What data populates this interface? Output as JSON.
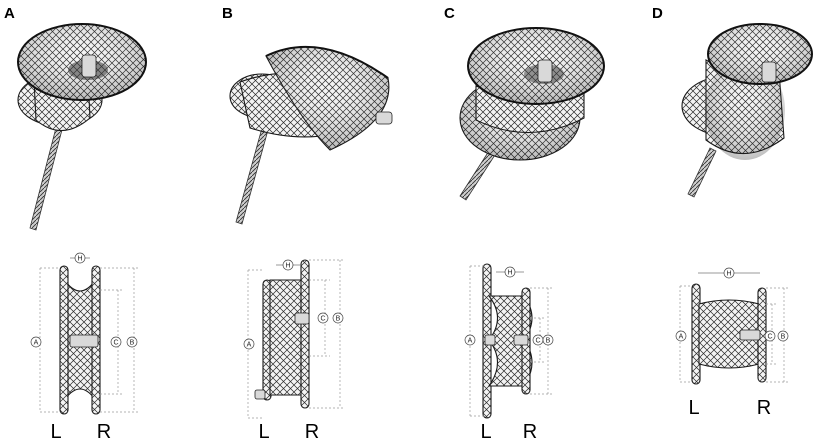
{
  "panels": [
    {
      "letter": "A",
      "side_left": "L",
      "side_right": "R",
      "dims": [
        "H",
        "A",
        "C",
        "B"
      ]
    },
    {
      "letter": "B",
      "side_left": "L",
      "side_right": "R",
      "dims": [
        "H",
        "A",
        "C",
        "B"
      ]
    },
    {
      "letter": "C",
      "side_left": "L",
      "side_right": "R",
      "dims": [
        "H",
        "A",
        "C",
        "B"
      ]
    },
    {
      "letter": "D",
      "side_left": "L",
      "side_right": "R",
      "dims": [
        "H",
        "A",
        "C",
        "B"
      ]
    }
  ],
  "colors": {
    "ink": "#111111",
    "dimension": "#9a9a9a",
    "metal": "#d9d9d9"
  }
}
